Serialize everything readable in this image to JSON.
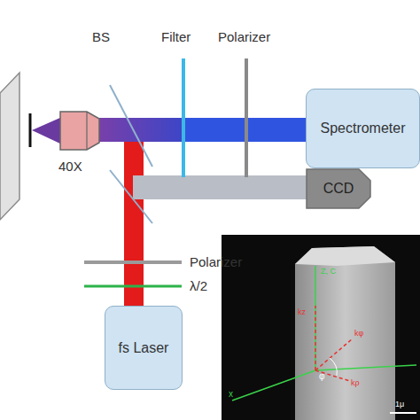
{
  "diagram": {
    "nodes": [
      {
        "text": [
          "Spectrometer"
        ]
      },
      {
        "text": [
          "CCD"
        ]
      },
      {
        "text": [
          "fs Laser"
        ]
      }
    ],
    "labels": [
      "BS",
      "Filter",
      "Polarizer",
      "40X",
      "Polarizer",
      "λ/2",
      "Z, C",
      "kz",
      "kφ",
      "φ",
      "kρ",
      "x",
      "1μ"
    ]
  }
}
